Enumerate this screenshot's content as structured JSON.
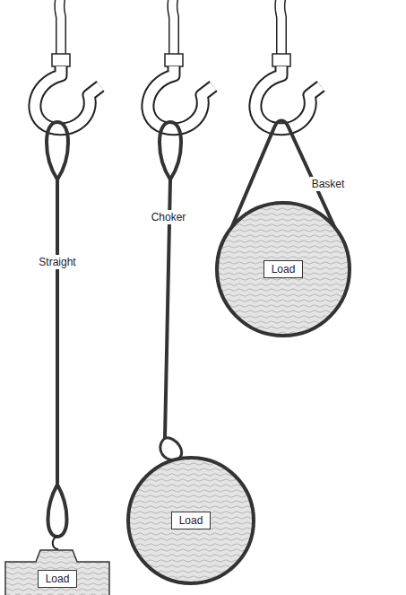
{
  "diagram": {
    "nodes": [
      {
        "text": [
          "Load"
        ]
      },
      {
        "text": [
          "Load"
        ]
      },
      {
        "text": [
          "Load"
        ]
      }
    ],
    "labels": [
      "Straight",
      "Choker",
      "Basket"
    ]
  }
}
